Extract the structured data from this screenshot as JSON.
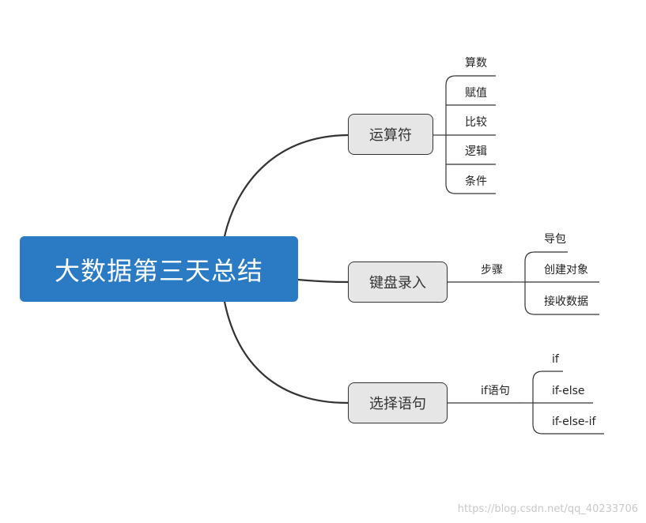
{
  "root": {
    "title": "大数据第三天总结",
    "color": "#2b7bc4"
  },
  "branches": [
    {
      "label": "运算符",
      "sub": "",
      "children": [
        "算数",
        "赋值",
        "比较",
        "逻辑",
        "条件"
      ]
    },
    {
      "label": "键盘录入",
      "sub": "步骤",
      "children": [
        "导包",
        "创建对象",
        "接收数据"
      ]
    },
    {
      "label": "选择语句",
      "sub": "if语句",
      "children": [
        "if",
        "if-else",
        "if-else-if"
      ]
    }
  ],
  "watermark": "https://blog.csdn.net/qq_40233706"
}
